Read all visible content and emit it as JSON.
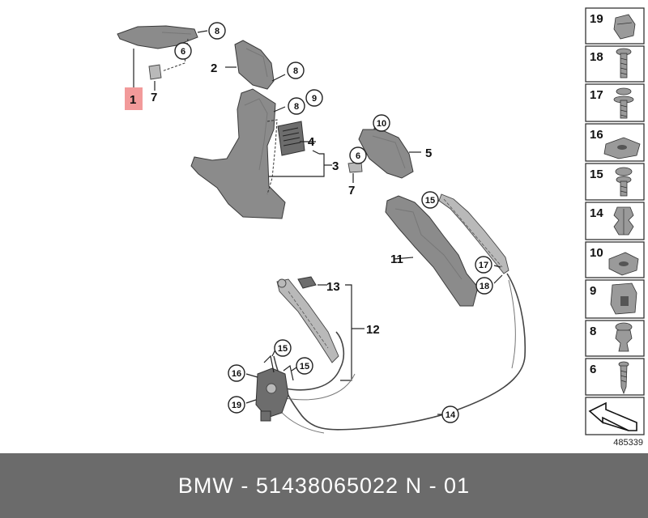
{
  "diagram": {
    "callouts": {
      "c8a": "8",
      "c6a": "6",
      "c8b": "8",
      "c8c": "8",
      "c9": "9",
      "c10": "10",
      "c6b": "6",
      "c15a": "15",
      "c17": "17",
      "c18": "18",
      "c15b": "15",
      "c16": "16",
      "c15c": "15",
      "c19": "19",
      "c14": "14"
    },
    "labels": {
      "l1": "1",
      "l7a": "7",
      "l2": "2",
      "l4": "4",
      "l3": "3",
      "l5": "5",
      "l7b": "7",
      "l11": "11",
      "l13": "13",
      "l12": "12"
    },
    "highlight_color": "#f29a9a"
  },
  "legend": {
    "items": [
      {
        "number": "19",
        "icon": "clip-nut-icon"
      },
      {
        "number": "18",
        "icon": "bolt-icon"
      },
      {
        "number": "17",
        "icon": "flange-screw-icon"
      },
      {
        "number": "16",
        "icon": "cage-nut-icon"
      },
      {
        "number": "15",
        "icon": "washer-screw-icon"
      },
      {
        "number": "14",
        "icon": "expanding-clip-icon"
      },
      {
        "number": "10",
        "icon": "spring-nut-icon"
      },
      {
        "number": "9",
        "icon": "sleeve-clip-icon"
      },
      {
        "number": "8",
        "icon": "push-rivet-icon"
      },
      {
        "number": "6",
        "icon": "wood-screw-icon"
      }
    ],
    "direction_icon": "direction-arrow-icon"
  },
  "diagram_id": "485339",
  "footer": {
    "text": "BMW - 51438065022     N - 01",
    "background": "#6b6b6b"
  }
}
